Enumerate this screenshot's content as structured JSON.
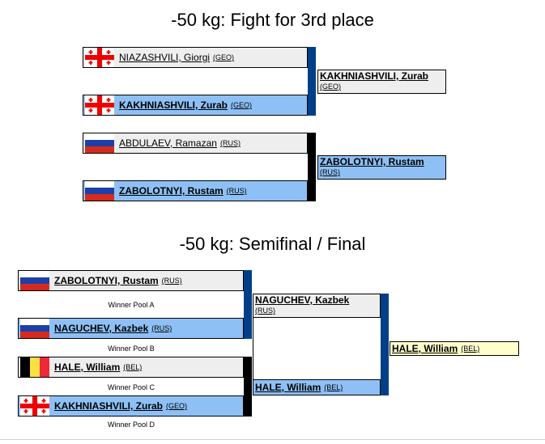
{
  "sections": {
    "third_place_title": "-50 kg: Fight for 3rd place",
    "semifinal_title": "-50 kg: Semifinal / Final"
  },
  "third": {
    "m1_a": {
      "name": "NIAZASHVILI, Giorgi",
      "country": "(GEO)",
      "flag": "georgia-flag-icon"
    },
    "m1_b": {
      "name": "KAKHNIASHVILI, Zurab",
      "country": "(GEO)",
      "flag": "georgia-flag-icon"
    },
    "m1_winner": {
      "name": "KAKHNIASHVILI, Zurab",
      "country": "(GEO)"
    },
    "m2_a": {
      "name": "ABDULAEV, Ramazan",
      "country": "(RUS)",
      "flag": "russia-flag-icon"
    },
    "m2_b": {
      "name": "ZABOLOTNYI, Rustam",
      "country": "(RUS)",
      "flag": "russia-flag-icon"
    },
    "m2_winner": {
      "name": "ZABOLOTNYI, Rustam",
      "country": "(RUS)"
    }
  },
  "semi": {
    "e1": {
      "name": "ZABOLOTNYI, Rustam",
      "country": "(RUS)",
      "pool": "Winner Pool A",
      "flag": "russia-flag-icon"
    },
    "e2": {
      "name": "NAGUCHEV, Kazbek",
      "country": "(RUS)",
      "pool": "Winner Pool B",
      "flag": "russia-flag-icon"
    },
    "e3": {
      "name": "HALE, William",
      "country": "(BEL)",
      "pool": "Winner Pool C",
      "flag": "belgium-flag-icon"
    },
    "e4": {
      "name": "KAKHNIASHVILI, Zurab",
      "country": "(GEO)",
      "pool": "Winner Pool D",
      "flag": "georgia-flag-icon"
    },
    "sf1_winner": {
      "name": "NAGUCHEV, Kazbek",
      "country": "(RUS)"
    },
    "sf2_winner": {
      "name": "HALE, William",
      "country": "(BEL)"
    },
    "final_winner": {
      "name": "HALE, William",
      "country": "(BEL)"
    }
  },
  "colors": {
    "winner": "#8ec0f5",
    "loser": "#eeeeee",
    "champion": "#ffffcc",
    "bar_blue": "#003f87"
  }
}
